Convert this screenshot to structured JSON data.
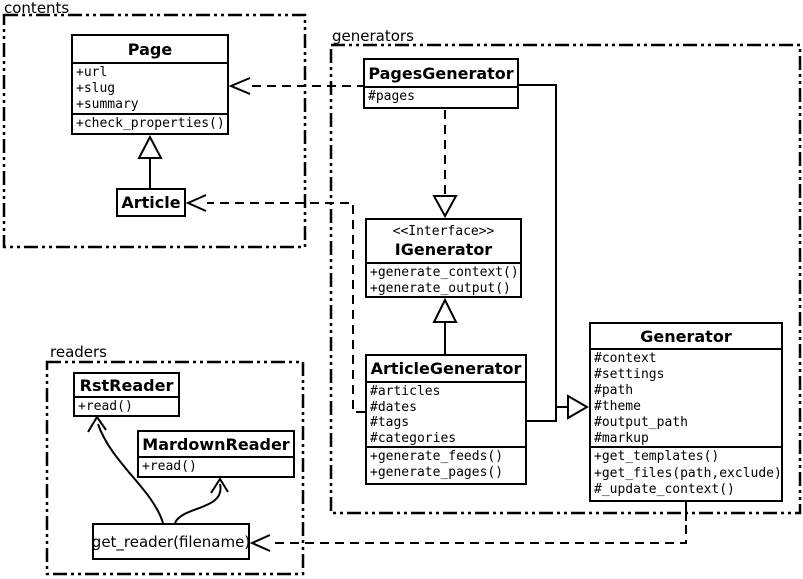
{
  "diagram": {
    "kind": "uml-class-diagram",
    "colors": {
      "line": "#000000",
      "background": "#ffffff",
      "box_fill": "#ffffff"
    }
  },
  "packages": {
    "contents": {
      "label": "contents"
    },
    "generators": {
      "label": "generators"
    },
    "readers": {
      "label": "readers"
    }
  },
  "classes": {
    "page": {
      "title": "Page",
      "attributes": [
        "+url",
        "+slug",
        "+summary"
      ],
      "methods": [
        "+check_properties()"
      ]
    },
    "article": {
      "title": "Article"
    },
    "pages_generator": {
      "title": "PagesGenerator",
      "attributes": [
        "#pages"
      ]
    },
    "igenerator": {
      "stereotype": "<<Interface>>",
      "title": "IGenerator",
      "methods": [
        "+generate_context()",
        "+generate_output()"
      ]
    },
    "article_generator": {
      "title": "ArticleGenerator",
      "attributes": [
        "#articles",
        "#dates",
        "#tags",
        "#categories"
      ],
      "methods": [
        "+generate_feeds()",
        "+generate_pages()"
      ]
    },
    "generator": {
      "title": "Generator",
      "attributes": [
        "#context",
        "#settings",
        "#path",
        "#theme",
        "#output_path",
        "#markup"
      ],
      "methods": [
        "+get_templates()",
        "+get_files(path,exclude)",
        "#_update_context()"
      ]
    },
    "rst_reader": {
      "title": "RstReader",
      "methods": [
        "+read()"
      ]
    },
    "mardown_reader": {
      "title": "MardownReader",
      "methods": [
        "+read()"
      ]
    },
    "get_reader": {
      "title": "get_reader(filename)"
    }
  }
}
